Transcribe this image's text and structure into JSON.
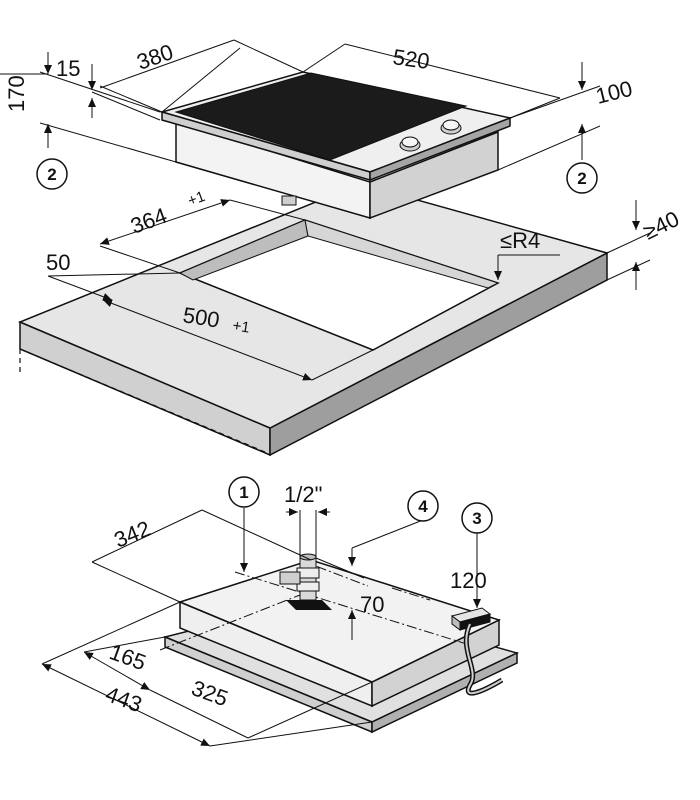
{
  "top_view": {
    "dims": {
      "d15": "15",
      "d380": "380",
      "d520": "520",
      "d100": "100",
      "d170": "170",
      "d364": "364",
      "d364_tol": "+1",
      "d40": "≥40",
      "d50": "50",
      "dR4": "≤R4",
      "d500": "500",
      "d500_tol": "+1"
    },
    "callouts": {
      "left": "2",
      "right": "2"
    }
  },
  "bottom_view": {
    "dims": {
      "d342": "342",
      "d12in": "1/2\"",
      "d120": "120",
      "d70": "70",
      "d165": "165",
      "d443": "443",
      "d325": "325"
    },
    "callouts": {
      "c1": "1",
      "c4": "4",
      "c3": "3"
    }
  },
  "colors": {
    "line": "#111111",
    "worktop": "#e6e6e6",
    "cutout": "#ffffff",
    "glass": "#1b1b1b",
    "steel_light": "#ededed",
    "steel_dark": "#bdbdbd"
  }
}
